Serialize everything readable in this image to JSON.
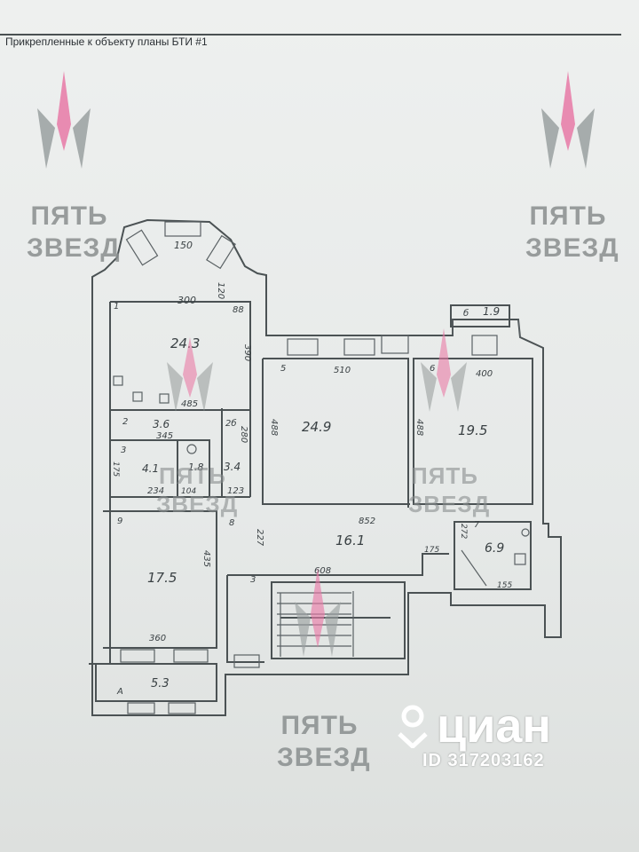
{
  "header": {
    "title": "Прикрепленные к объекту планы БТИ #1"
  },
  "watermark": {
    "line1": "ПЯТЬ",
    "line2": "ЗВЕЗД",
    "accent": "#e879a6"
  },
  "cian": {
    "brand": "циан",
    "id": "ID 317203162"
  },
  "rooms": {
    "r243": "24.3",
    "r249": "24.9",
    "r195": "19.5",
    "r161": "16.1",
    "r175": "17.5",
    "r53": "5.3",
    "r69": "6.9",
    "r19": "1.9",
    "r36": "3.6",
    "r41": "4.1",
    "r18": "1.8",
    "r34": "3.4"
  },
  "dims": {
    "d150": "150",
    "d300": "300",
    "d120": "120",
    "d88": "88",
    "d390": "390",
    "d485": "485",
    "d510": "510",
    "d488a": "488",
    "d488b": "488",
    "d400": "400",
    "d345": "345",
    "d280": "280",
    "d26": "2б",
    "d175a": "175",
    "d234": "234",
    "d104": "104",
    "d123": "123",
    "d852": "852",
    "d227": "227",
    "d608": "608",
    "d435": "435",
    "d360": "360",
    "d272": "272",
    "d175b": "175",
    "d155": "155"
  },
  "nums": {
    "n1": "1",
    "n2": "2",
    "n3": "3",
    "n3b": "3",
    "n5": "5",
    "n6": "6",
    "n7": "7",
    "n8": "8",
    "n9": "9",
    "nA": "А",
    "n6b": "б"
  }
}
